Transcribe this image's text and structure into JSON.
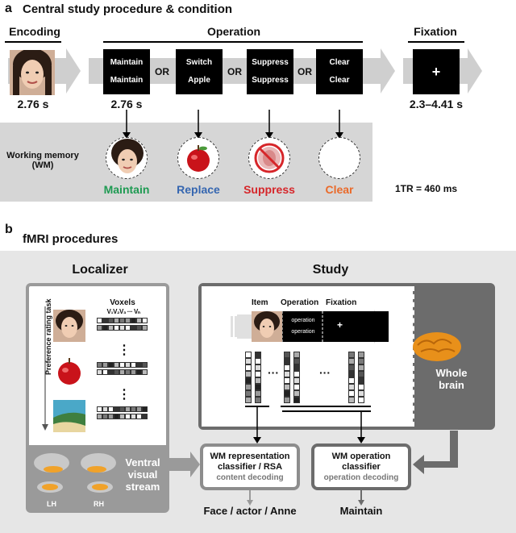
{
  "panel_a": {
    "letter": "a",
    "title": "Central study procedure & condition",
    "encoding": "Encoding",
    "operation": "Operation",
    "fixation": "Fixation",
    "enc_time": "2.76 s",
    "op_time": "2.76 s",
    "fix_time": "2.3–4.41 s",
    "boxes": [
      {
        "l1": "Maintain",
        "l2": "Maintain"
      },
      {
        "l1": "Switch",
        "l2": "Apple"
      },
      {
        "l1": "Suppress",
        "l2": "Suppress"
      },
      {
        "l1": "Clear",
        "l2": "Clear"
      }
    ],
    "or": "OR",
    "plus": "+",
    "wm_label_1": "Working memory",
    "wm_label_2": "(WM)",
    "conditions": [
      {
        "label": "Maintain",
        "color": "#1e9a52"
      },
      {
        "label": "Replace",
        "color": "#3566b0"
      },
      {
        "label": "Suppress",
        "color": "#d6262a"
      },
      {
        "label": "Clear",
        "color": "#ea6a2a"
      }
    ],
    "tr": "1TR = 460 ms"
  },
  "panel_b": {
    "letter": "b",
    "title": "fMRI procedures",
    "localizer": "Localizer",
    "study": "Study",
    "voxels": "Voxels",
    "voxel_sub": "V₁V₂V₃ ··· Vₙ",
    "rating_task": "Preference rating task",
    "dots": "⋮",
    "seq_item": "Item",
    "seq_operation": "Operation",
    "seq_fixation": "Fixation",
    "seq_op_text": "operation",
    "hdots": "···",
    "whole_brain_1": "Whole",
    "whole_brain_2": "brain",
    "ventral_1": "Ventral",
    "ventral_2": "visual",
    "ventral_3": "stream",
    "lh": "LH",
    "rh": "RH",
    "box1_l1": "WM representation",
    "box1_l2": "classifier / RSA",
    "box1_sub": "content decoding",
    "box2_l1": "WM operation",
    "box2_l2": "classifier",
    "box2_sub": "operation decoding",
    "out1": "Face / actor / Anne",
    "out2": "Maintain"
  }
}
